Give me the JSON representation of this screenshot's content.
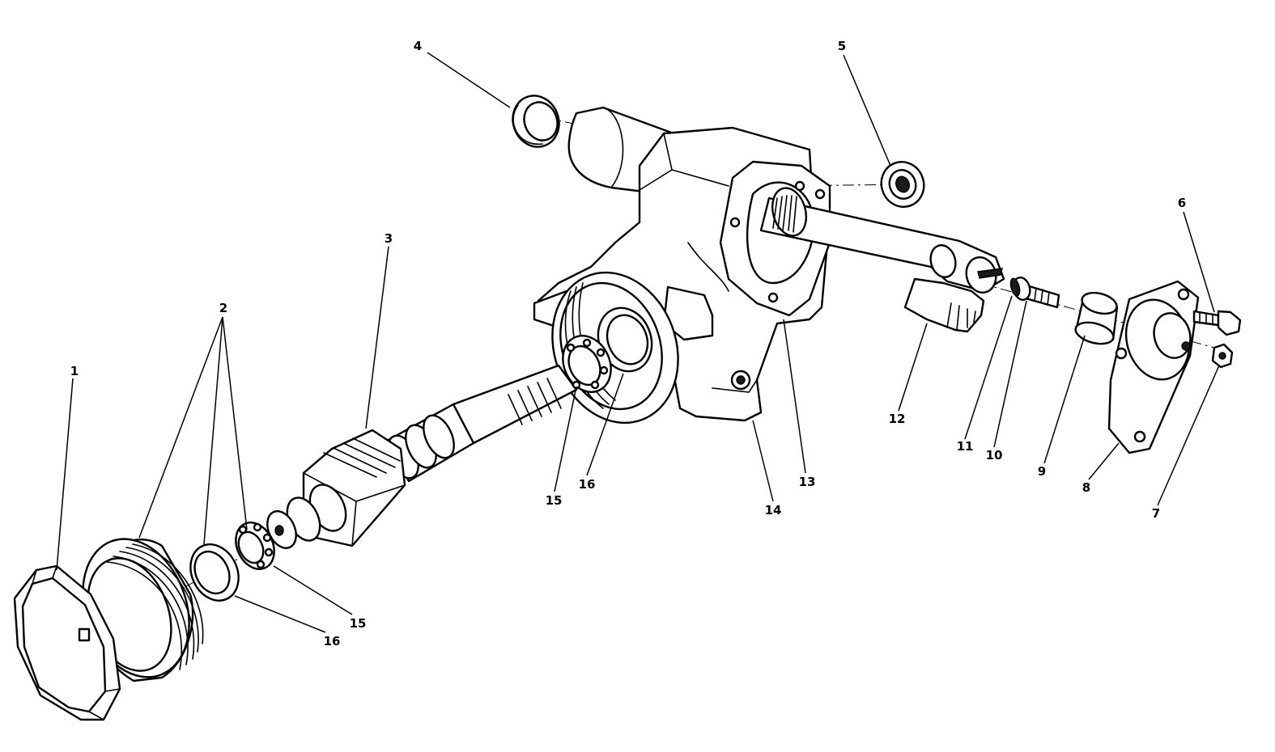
{
  "callouts": {
    "c1": "1",
    "c2": "2",
    "c3": "3",
    "c4": "4",
    "c5": "5",
    "c6": "6",
    "c7": "7",
    "c8": "8",
    "c9": "9",
    "c10": "10",
    "c11": "11",
    "c12": "12",
    "c13": "13",
    "c14": "14",
    "c15a": "15",
    "c15b": "15",
    "c16a": "16",
    "c16b": "16"
  }
}
